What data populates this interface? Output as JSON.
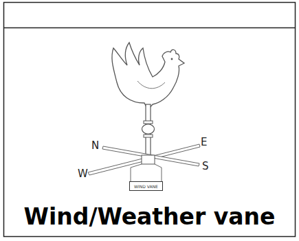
{
  "diagram": {
    "caption": "Wind/Weather vane",
    "nodes": [
      {
        "text": [
          "WIND VANE"
        ]
      }
    ],
    "labels": [
      "N",
      "E",
      "W",
      "S"
    ]
  }
}
